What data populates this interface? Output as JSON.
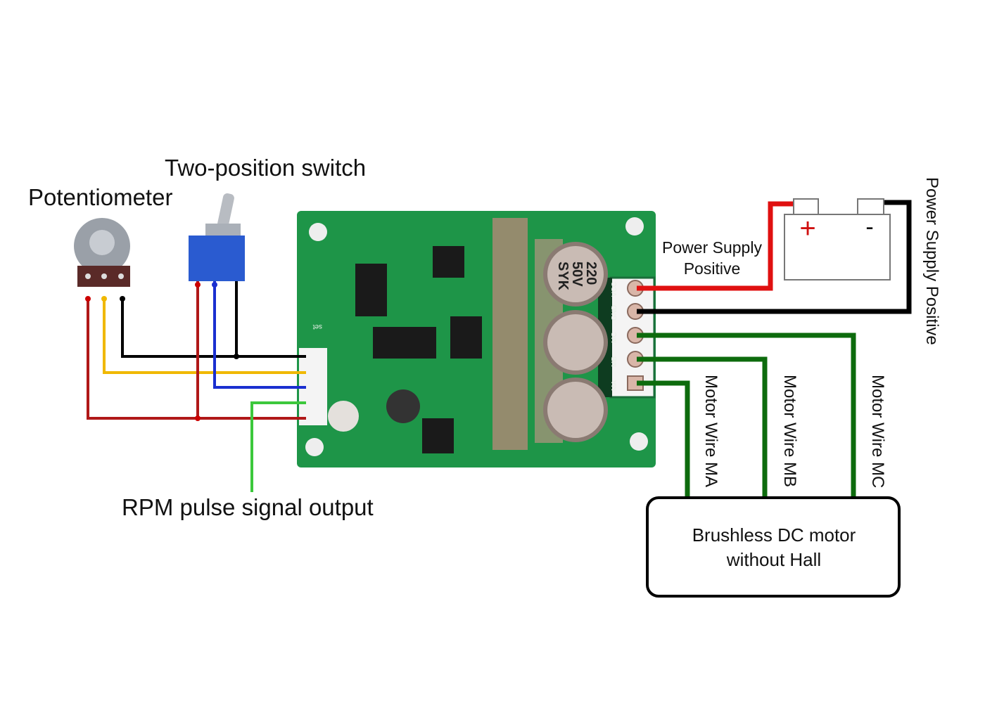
{
  "labels": {
    "switch": "Two-position switch",
    "potentiometer": "Potentiometer",
    "rpm": "RPM pulse signal output",
    "power_supply_line1": "Power Supply",
    "power_supply_line2": "Positive",
    "power_supply_vertical": "Power Supply Positive",
    "motor_wire_ma": "Motor Wire MA",
    "motor_wire_mb": "Motor Wire MB",
    "motor_wire_mc": "Motor Wire MC",
    "motor_line1": "Brushless DC motor",
    "motor_line2": "without Hall"
  },
  "battery": {
    "plus": "+",
    "minus": "-"
  },
  "board": {
    "pins": [
      "VCC",
      "GND",
      "MC",
      "MB",
      "MA"
    ],
    "set_label": "set",
    "capacitor_lines": [
      "220",
      "50V",
      "SYK"
    ]
  },
  "colors": {
    "red": "#e01010",
    "black": "#000000",
    "green": "#0d6b0d",
    "yellow": "#f0b800",
    "blue": "#1a2fd0",
    "darkred": "#b01818",
    "lightgreen": "#3cc83c",
    "board": "#1e9548"
  }
}
